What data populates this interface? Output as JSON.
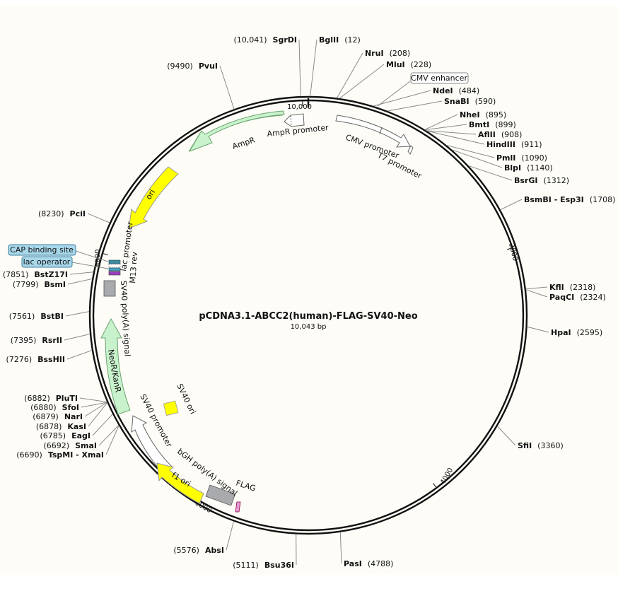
{
  "title": "pCDNA3.1-ABCC2(human)-FLAG-SV40-Neo",
  "subtitle": "10,043  bp",
  "colors": {
    "bg": "#fdfcf6",
    "ring": "#111111",
    "leader": "#8a8a8a",
    "feature_blue": "#d4ebf2",
    "feature_blue_stroke": "#3d7fa3",
    "box_stroke": "#7a7a7a"
  },
  "ticks": [
    {
      "text": "10,000",
      "bp": 10000
    },
    {
      "text": "2000",
      "bp": 2000
    },
    {
      "text": "4000",
      "bp": 4000
    },
    {
      "text": "6000",
      "bp": 6000
    },
    {
      "text": "8000",
      "bp": 8000
    }
  ],
  "sites": [
    {
      "name": "SgrDI",
      "pos": "(10,041)",
      "side": "left",
      "deg": 358
    },
    {
      "name": "BglII",
      "pos": "(12)",
      "side": "right",
      "deg": 0.5
    },
    {
      "name": "NruI",
      "pos": "(208)",
      "side": "right",
      "deg": 7.5
    },
    {
      "name": "MluI",
      "pos": "(228)",
      "side": "right",
      "deg": 8.2
    },
    {
      "name": "NdeI",
      "pos": "(484)",
      "side": "right",
      "deg": 17.3
    },
    {
      "name": "SnaBI",
      "pos": "(590)",
      "side": "right",
      "deg": 21.2
    },
    {
      "name": "NheI",
      "pos": "(895)",
      "side": "right",
      "deg": 32.1
    },
    {
      "name": "BmtI",
      "pos": "(899)",
      "side": "right",
      "deg": 32.2
    },
    {
      "name": "AflII",
      "pos": "(908)",
      "side": "right",
      "deg": 32.6
    },
    {
      "name": "HindIII",
      "pos": "(911)",
      "side": "right",
      "deg": 32.7
    },
    {
      "name": "PmlI",
      "pos": "(1090)",
      "side": "right",
      "deg": 39.1
    },
    {
      "name": "BlpI",
      "pos": "(1140)",
      "side": "right",
      "deg": 40.9
    },
    {
      "name": "BsrGI",
      "pos": "(1312)",
      "side": "right",
      "deg": 47.0
    },
    {
      "name": "BsmBI - Esp3I",
      "pos": "(1708)",
      "side": "right",
      "deg": 61.2
    },
    {
      "name": "KflI",
      "pos": "(2318)",
      "side": "right",
      "deg": 83.1
    },
    {
      "name": "PaqCI",
      "pos": "(2324)",
      "side": "right",
      "deg": 83.3
    },
    {
      "name": "HpaI",
      "pos": "(2595)",
      "side": "right",
      "deg": 93.0
    },
    {
      "name": "SfiI",
      "pos": "(3360)",
      "side": "right",
      "deg": 120.4
    },
    {
      "name": "PasI",
      "pos": "(4788)",
      "side": "right",
      "deg": 171.6
    },
    {
      "name": "Bsu36I",
      "pos": "(5111)",
      "side": "left",
      "deg": 183.2
    },
    {
      "name": "AbsI",
      "pos": "(5576)",
      "side": "left",
      "deg": 199.9
    },
    {
      "name": "TspMI - XmaI",
      "pos": "(6690)",
      "side": "left",
      "deg": 239.8
    },
    {
      "name": "SmaI",
      "pos": "(6692)",
      "side": "left",
      "deg": 239.9
    },
    {
      "name": "EagI",
      "pos": "(6785)",
      "side": "left",
      "deg": 243.2
    },
    {
      "name": "KasI",
      "pos": "(6878)",
      "side": "left",
      "deg": 246.5
    },
    {
      "name": "NarI",
      "pos": "(6879)",
      "side": "left",
      "deg": 246.6
    },
    {
      "name": "SfoI",
      "pos": "(6880)",
      "side": "left",
      "deg": 246.6
    },
    {
      "name": "PluTI",
      "pos": "(6882)",
      "side": "left",
      "deg": 246.7
    },
    {
      "name": "BssHII",
      "pos": "(7276)",
      "side": "left",
      "deg": 260.8
    },
    {
      "name": "RsrII",
      "pos": "(7395)",
      "side": "left",
      "deg": 265.1
    },
    {
      "name": "BstBI",
      "pos": "(7561)",
      "side": "left",
      "deg": 271.0
    },
    {
      "name": "BsmI",
      "pos": "(7799)",
      "side": "left",
      "deg": 279.6
    },
    {
      "name": "BstZ17I",
      "pos": "(7851)",
      "side": "left",
      "deg": 281.4
    },
    {
      "name": "PciI",
      "pos": "(8230)",
      "side": "left",
      "deg": 295.0
    },
    {
      "name": "PvuI",
      "pos": "(9490)",
      "side": "left",
      "deg": 340.2
    }
  ],
  "boxed_labels": [
    {
      "text": "CMV enhancer",
      "style": "white"
    },
    {
      "text": "CAP binding site",
      "style": "blue"
    },
    {
      "text": "lac operator",
      "style": "blue"
    }
  ],
  "features": [
    {
      "label": "AmpR promoter"
    },
    {
      "label": "AmpR"
    },
    {
      "label": "ori"
    },
    {
      "label": "CMV promoter"
    },
    {
      "label": "T7 promoter"
    },
    {
      "label": "lac promoter"
    },
    {
      "label": "M13 rev"
    },
    {
      "label": "SV40 poly(A) signal"
    },
    {
      "label": "NeoR/KanR"
    },
    {
      "label": "SV40 promoter"
    },
    {
      "label": "SV40 ori"
    },
    {
      "label": "f1 ori"
    },
    {
      "label": "bGH poly(A) signal"
    },
    {
      "label": "FLAG"
    }
  ]
}
